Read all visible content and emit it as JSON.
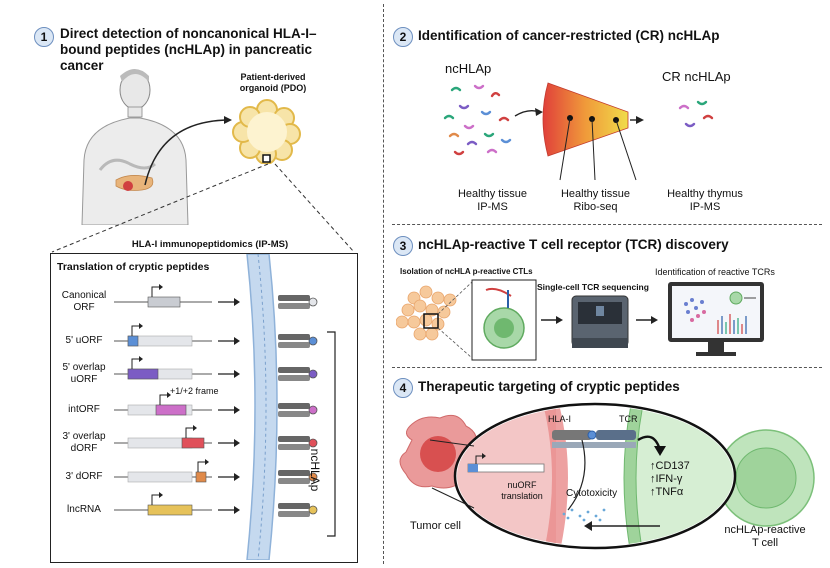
{
  "panel1": {
    "number": "1",
    "title_lines": [
      "Direct detection of noncanonical HLA-I–",
      "bound peptides (ncHLAp) in pancreatic",
      "cancer"
    ],
    "pdo_label_lines": [
      "Patient-derived",
      "organoid (PDO)"
    ],
    "ipms_label": "HLA-I immunopeptidomics (IP-MS)",
    "box_title": "Translation of cryptic peptides",
    "rows": [
      {
        "label_lines": [
          "Canonical",
          "ORF"
        ],
        "color": "#c9ccd2"
      },
      {
        "label_lines": [
          "5' uORF"
        ],
        "color": "#5b8fd6"
      },
      {
        "label_lines": [
          "5' overlap",
          "uORF"
        ],
        "color": "#7b5cc4"
      },
      {
        "label_lines": [
          "intORF"
        ],
        "color": "#cc6fc8"
      },
      {
        "label_lines": [
          "3' overlap",
          "dORF"
        ],
        "color": "#e0505a"
      },
      {
        "label_lines": [
          "3' dORF"
        ],
        "color": "#e08a4a"
      },
      {
        "label_lines": [
          "lncRNA"
        ],
        "color": "#e6c25a"
      }
    ],
    "frame_label": "+1/+2 frame",
    "bracket_label": "ncHLAp"
  },
  "panel2": {
    "number": "2",
    "title": "Identification of cancer-restricted (CR) ncHLAp",
    "input_label": "ncHLAp",
    "output_label": "CR ncHLAp",
    "filters": [
      {
        "lines": [
          "Healthy tissue",
          "IP-MS"
        ]
      },
      {
        "lines": [
          "Healthy tissue",
          "Ribo-seq"
        ]
      },
      {
        "lines": [
          "Healthy thymus",
          "IP-MS"
        ]
      }
    ]
  },
  "panel3": {
    "number": "3",
    "title": "ncHLAp-reactive T cell receptor (TCR) discovery",
    "step1": "Isolation of ncHLA p-reactive CTLs",
    "step2": "Single-cell TCR sequencing",
    "step3": "Identification of reactive TCRs"
  },
  "panel4": {
    "number": "4",
    "title": "Therapeutic targeting of cryptic peptides",
    "hla_label": "HLA-I",
    "tcr_label": "TCR",
    "translation_lines": [
      "nuORF",
      "translation"
    ],
    "cytotoxicity": "Cytotoxicity",
    "effects": [
      "↑CD137",
      "↑IFN-γ",
      "↑TNFα"
    ],
    "tumor_label": "Tumor cell",
    "tcell_label_lines": [
      "ncHLAp-reactive",
      "T cell"
    ]
  },
  "colors": {
    "membrane": "#a9c6e6",
    "tumor": "#e88a8a",
    "tcell": "#9fd39b",
    "funnel_start": "#e0403a",
    "funnel_end": "#f0dc4a"
  }
}
